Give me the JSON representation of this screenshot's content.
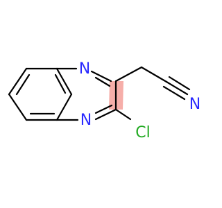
{
  "molecule": {
    "atoms": {
      "n1": {
        "symbol": "N",
        "color": "#2a2aff"
      },
      "n4": {
        "symbol": "N",
        "color": "#2a2aff"
      },
      "n_nitrile": {
        "symbol": "N",
        "color": "#2a2aff"
      },
      "cl": {
        "symbol": "Cl",
        "color": "#22aa22"
      }
    },
    "highlight_color": "#f4a09a"
  }
}
